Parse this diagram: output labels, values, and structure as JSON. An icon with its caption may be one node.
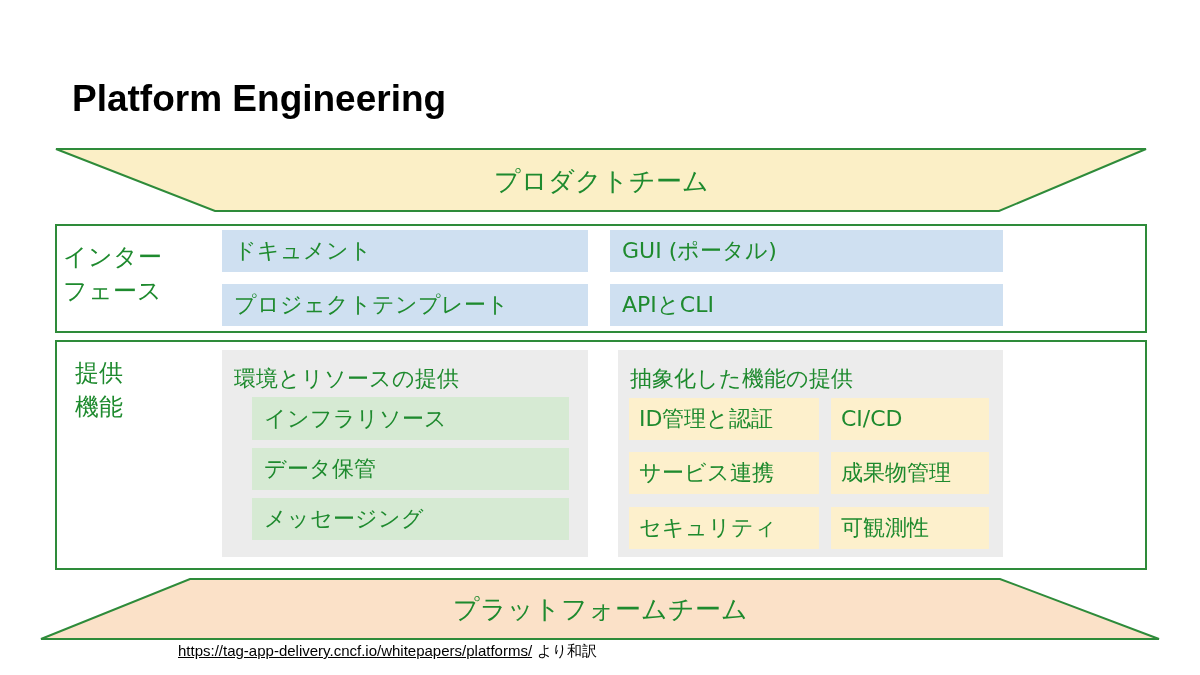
{
  "diagram": {
    "title": "Platform Engineering",
    "nodes": [
      {
        "text": [
          "プロダクトチーム"
        ]
      },
      {
        "text": [
          "インターフェース"
        ]
      },
      {
        "text": [
          "ドキュメント"
        ],
        "in": 1
      },
      {
        "text": [
          "GUI (ポータル)"
        ],
        "in": 1
      },
      {
        "text": [
          "プロジェクトテンプレート"
        ],
        "in": 1
      },
      {
        "text": [
          "APIとCLI"
        ],
        "in": 1
      },
      {
        "text": [
          "提供機能"
        ]
      },
      {
        "text": [
          "環境とリソースの提供"
        ],
        "in": 6
      },
      {
        "text": [
          "インフラリソース"
        ],
        "in": 7
      },
      {
        "text": [
          "データ保管"
        ],
        "in": 7
      },
      {
        "text": [
          "メッセージング"
        ],
        "in": 7
      },
      {
        "text": [
          "抽象化した機能の提供"
        ],
        "in": 6
      },
      {
        "text": [
          "ID管理と認証"
        ],
        "in": 11
      },
      {
        "text": [
          "CI/CD"
        ],
        "in": 11
      },
      {
        "text": [
          "サービス連携"
        ],
        "in": 11
      },
      {
        "text": [
          "成果物管理"
        ],
        "in": 11
      },
      {
        "text": [
          "セキュリティ"
        ],
        "in": 11
      },
      {
        "text": [
          "可観測性"
        ],
        "in": 11
      },
      {
        "text": [
          "プラットフォームチーム"
        ]
      }
    ],
    "edges": [],
    "labels": [
      "https://tag-app-delivery.cncf.io/whitepapers/platforms/",
      "より和訳"
    ]
  }
}
